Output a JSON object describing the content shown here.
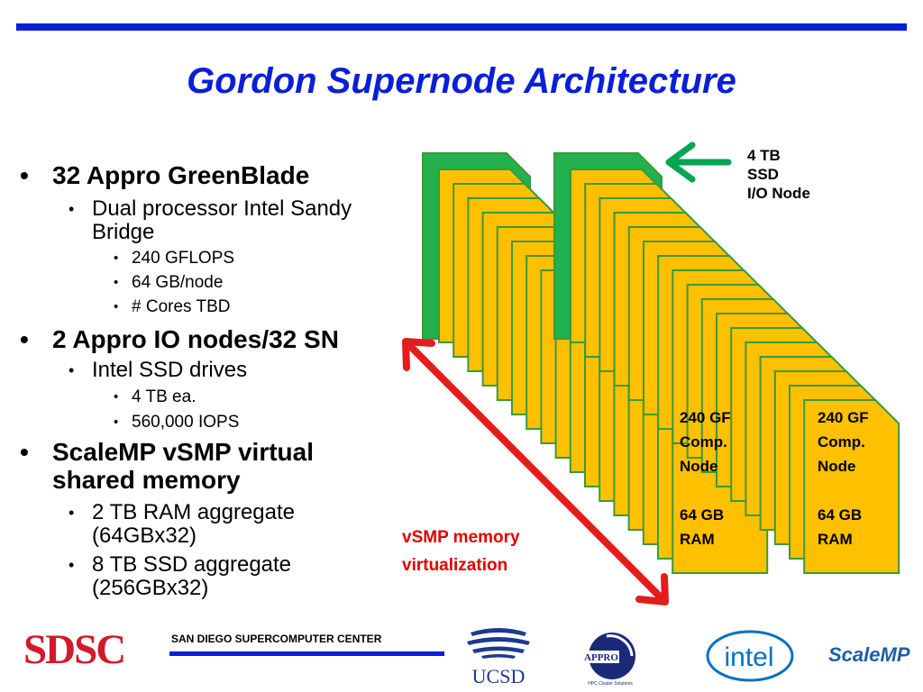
{
  "slide": {
    "title": "Gordon Supernode Architecture",
    "footer": "SAN DIEGO SUPERCOMPUTER CENTER"
  },
  "bullets": {
    "b1": "32 Appro GreenBlade",
    "b1_1a": "Dual processor Intel Sandy",
    "b1_1b": "Bridge",
    "b1_1_1": "240 GFLOPS",
    "b1_1_2": "64 GB/node",
    "b1_1_3": "# Cores TBD",
    "b2": "2 Appro IO nodes/32 SN",
    "b2_1": "Intel SSD drives",
    "b2_1_1": "4 TB ea.",
    "b2_1_2": "560,000 IOPS",
    "b3a": "ScaleMP vSMP virtual",
    "b3b": "shared memory",
    "b3_1a": "2 TB RAM aggregate",
    "b3_1b": "(64GBx32)",
    "b3_2a": "8 TB SSD aggregate",
    "b3_2b": "(256GBx32)"
  },
  "diagram": {
    "io_node": {
      "line1": "4 TB",
      "line2": "SSD",
      "line3": "I/O Node"
    },
    "compute_node": {
      "line1": "240 GF",
      "line2": "Comp.",
      "line3": "Node",
      "line4": "64 GB",
      "line5": "RAM"
    },
    "vsmp": {
      "line1": "vSMP  memory",
      "line2": "virtualization"
    },
    "colors": {
      "card_fill": "#ffc000",
      "card_border": "#3a9a3a",
      "io_fill": "#22b14c",
      "arrow_green": "#00a651",
      "arrow_red": "#e51c1c"
    }
  },
  "logos": {
    "sdsc": "SDSC",
    "ucsd": "UCSD",
    "appro": "APPRO",
    "appro_tag": "HPC Cluster Solutions",
    "intel": "intel",
    "scalemp": "ScaleMP"
  }
}
